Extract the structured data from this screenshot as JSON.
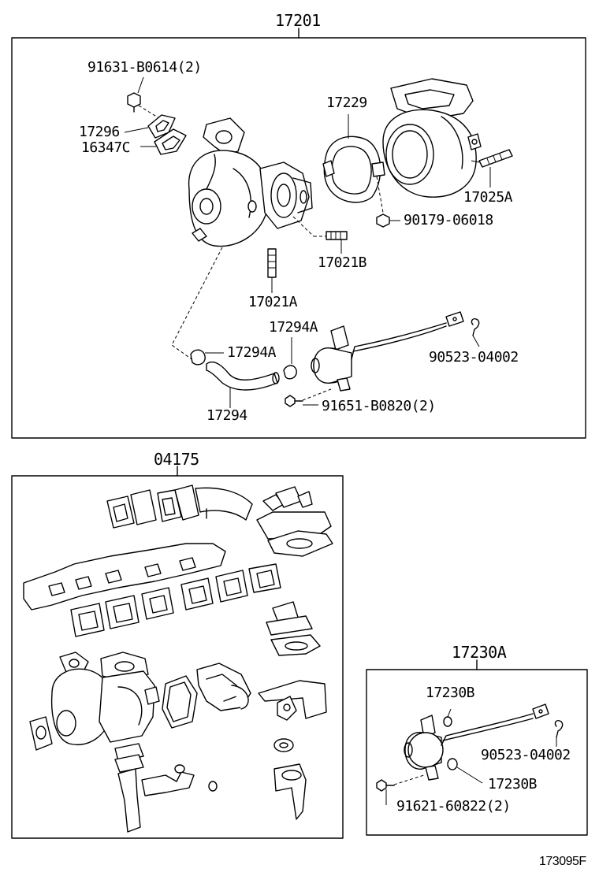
{
  "sections": {
    "turbo_assembly": {
      "part_no": "17201",
      "callouts": {
        "bolt_flange": "91631-B0614(2)",
        "gasket": "17296",
        "gasket_c": "16347C",
        "clamp": "17229",
        "stud_a": "17025A",
        "nut": "90179-06018",
        "stud_b": "17021B",
        "stud_c": "17021A",
        "hose_clamp_a": "17294A",
        "hose_clamp_b": "17294A",
        "hose": "17294",
        "clip": "90523-04002",
        "bolt_actuator": "91651-B0820(2)"
      }
    },
    "gasket_kit": {
      "part_no": "04175"
    },
    "actuator_kit": {
      "part_no": "17230A",
      "callouts": {
        "washer_top": "17230B",
        "clip": "90523-04002",
        "washer_bottom": "17230B",
        "bolt": "91621-60822(2)"
      }
    }
  },
  "diagram_code": "173095F"
}
